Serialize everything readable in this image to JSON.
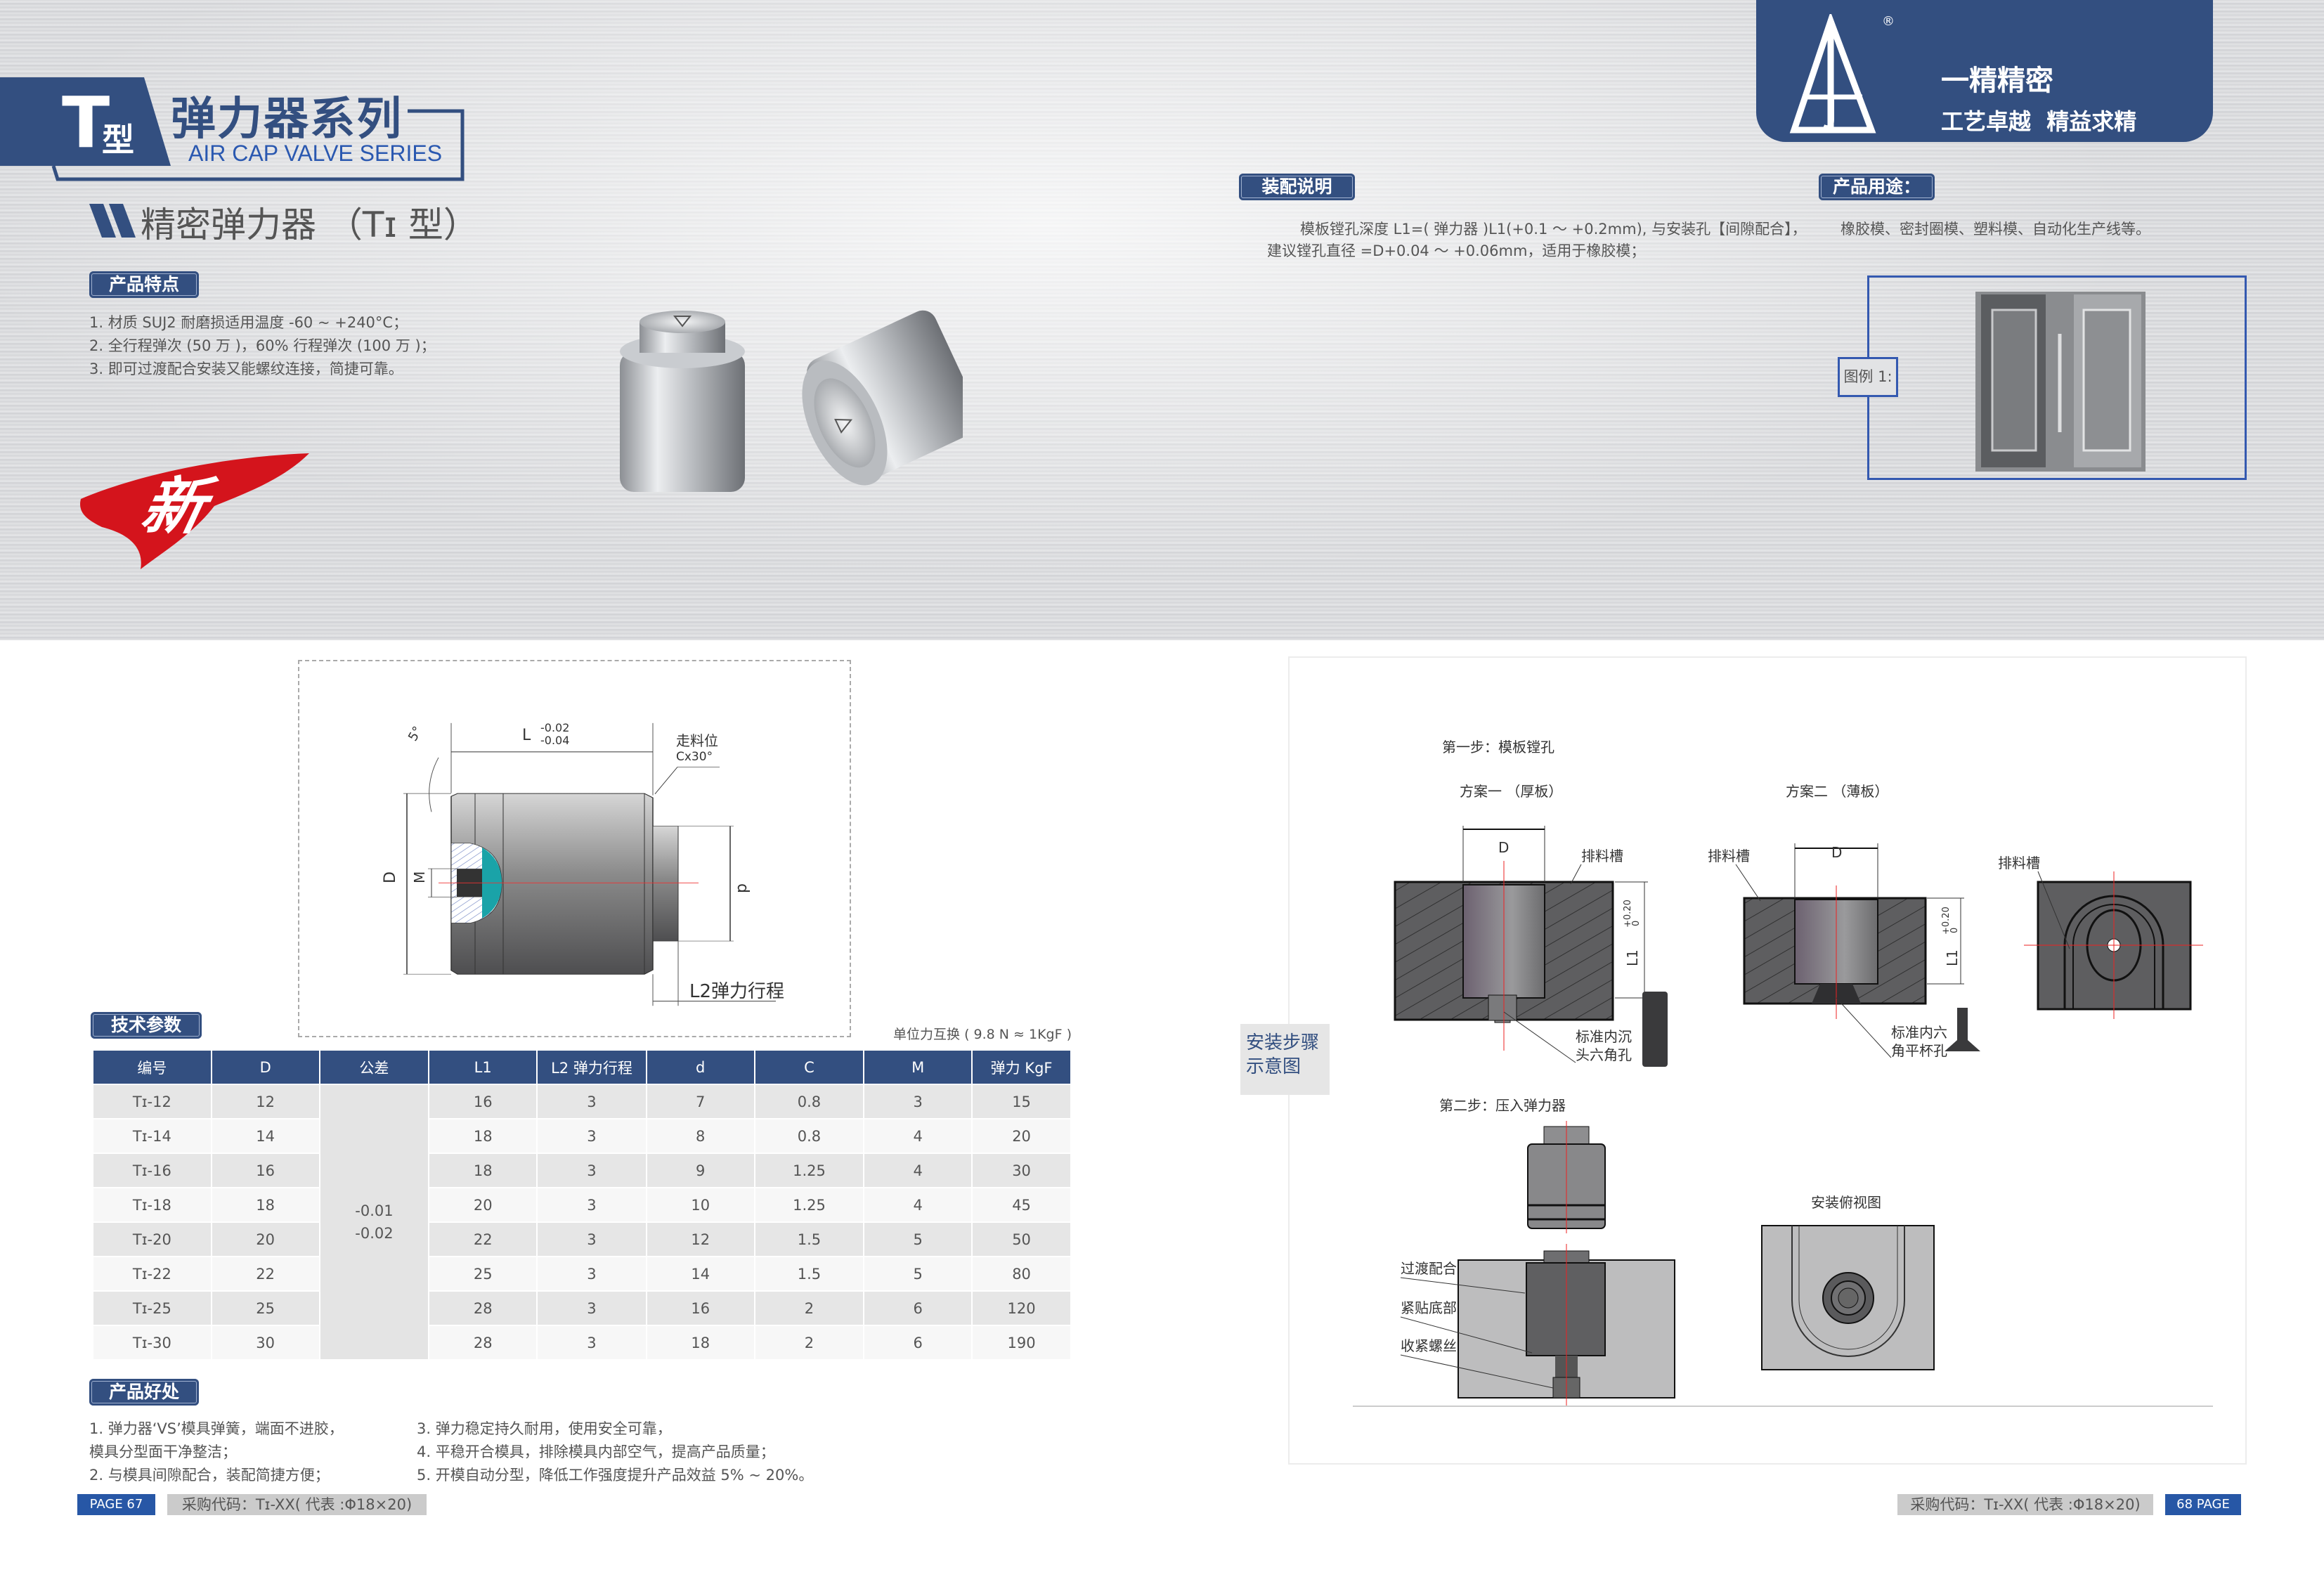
{
  "header": {
    "type_big": "T",
    "type_small": "型",
    "series_cn": "弹力器系列",
    "series_en": "AIR CAP VALVE SERIES"
  },
  "subtitle": "精密弹力器 （Tɪ 型）",
  "new_badge": "新",
  "features": {
    "label": "产品特点",
    "items": [
      "1. 材质 SUJ2 耐磨损适用温度 -60 ~ +240°C；",
      "2. 全行程弹次 (50 万 )，60% 行程弹次 (100 万 )；",
      "3. 即可过渡配合安装又能螺纹连接，简捷可靠。"
    ]
  },
  "logo": {
    "slogan1": "一精精密",
    "slogan2": "工艺卓越  精益求精",
    "registered": "®"
  },
  "assembly": {
    "label": "装配说明",
    "line1": "模板镗孔深度 L1=( 弹力器 )L1(+0.1 ～ +0.2mm), 与安装孔【间隙配合】，",
    "line2": "建议镗孔直径 =D+0.04 ～ +0.06mm，适用于橡胶模；"
  },
  "usage": {
    "label": "产品用途：",
    "text": "橡胶模、密封圈模、塑料模、自动化生产线等。"
  },
  "example": {
    "label": "图例 1:"
  },
  "drawing": {
    "L": "L",
    "tol_upper": "-0.02",
    "tol_lower": "-0.04",
    "feed": "走料位",
    "chamfer": "Cx30°",
    "angle": "5°",
    "D": "D",
    "M": "M",
    "d": "d",
    "L2": "L2弹力行程"
  },
  "specs": {
    "label": "技术参数",
    "unit_note": "单位力互换 ( 9.8 N ≈ 1KgF )",
    "columns": [
      "编号",
      "D",
      "公差",
      "L1",
      "L2 弹力行程",
      "d",
      "C",
      "M",
      "弹力 KgF"
    ],
    "tolerance": [
      "-0.01",
      "-0.02"
    ],
    "rows": [
      [
        "Tɪ-12",
        "12",
        "16",
        "3",
        "7",
        "0.8",
        "3",
        "15"
      ],
      [
        "Tɪ-14",
        "14",
        "18",
        "3",
        "8",
        "0.8",
        "4",
        "20"
      ],
      [
        "Tɪ-16",
        "16",
        "18",
        "3",
        "9",
        "1.25",
        "4",
        "30"
      ],
      [
        "Tɪ-18",
        "18",
        "20",
        "3",
        "10",
        "1.25",
        "4",
        "45"
      ],
      [
        "Tɪ-20",
        "20",
        "22",
        "3",
        "12",
        "1.5",
        "5",
        "50"
      ],
      [
        "Tɪ-22",
        "22",
        "25",
        "3",
        "14",
        "1.5",
        "5",
        "80"
      ],
      [
        "Tɪ-25",
        "25",
        "28",
        "3",
        "16",
        "2",
        "6",
        "120"
      ],
      [
        "Tɪ-30",
        "30",
        "28",
        "3",
        "18",
        "2",
        "6",
        "190"
      ]
    ]
  },
  "benefits": {
    "label": "产品好处",
    "col1": [
      "1. 弹力器‘VS’模具弹簧，端面不进胶，",
      "模具分型面干净整洁；",
      "2. 与模具间隙配合，装配简捷方便；"
    ],
    "col2": [
      "3. 弹力稳定持久耐用，使用安全可靠，",
      "4. 平稳开合模具，排除模具内部空气，提高产品质量；",
      "5. 开模自动分型，降低工作强度提升产品效益 5% ~ 20%。"
    ]
  },
  "install": {
    "label": "安装步骤示意图",
    "step1": "第一步：模板镗孔",
    "plan1": "方案一 （厚板）",
    "plan2": "方案二 （薄板）",
    "D": "D",
    "L1": "L1",
    "tol_up": "+0.20",
    "tol_low": "0",
    "slot": "排料槽",
    "screw1a": "标准内沉",
    "screw1b": "头六角孔",
    "screw2a": "标准内六",
    "screw2b": "角平杯孔",
    "step2": "第二步：压入弹力器",
    "fit": "过渡配合",
    "bottom": "紧贴底部",
    "tighten": "收紧螺丝",
    "topview": "安装俯视图"
  },
  "footer": {
    "left_page": "PAGE 67",
    "left_code": "采购代码：Tɪ-XX( 代表 :Φ18×20)",
    "right_code": "采购代码：Tɪ-XX( 代表 :Φ18×20)",
    "right_page": "68  PAGE"
  }
}
